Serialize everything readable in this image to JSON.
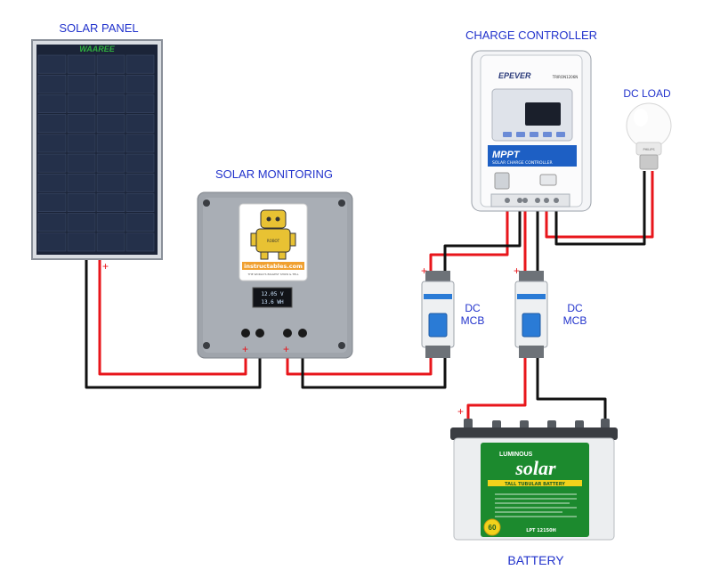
{
  "labels": {
    "solar_panel": "SOLAR PANEL",
    "solar_monitoring": "SOLAR MONITORING",
    "charge_controller": "CHARGE CONTROLLER",
    "dc_load": "DC LOAD",
    "battery": "BATTERY",
    "mcb1_line1": "DC",
    "mcb1_line2": "MCB",
    "mcb2_line1": "DC",
    "mcb2_line2": "MCB"
  },
  "panel": {
    "brand": "WAAREE"
  },
  "monitor": {
    "sticker_text": "instructables.com",
    "sticker_sub": "THE WORLD'S BIGGEST SHOW & TELL",
    "robot_label": "ROBOT",
    "oled_line1": "12.05 V",
    "oled_line2": "13.6 WH"
  },
  "controller": {
    "brand": "EPEVER",
    "model": "TRIRON1206N",
    "mppt": "MPPT",
    "subtitle": "SOLAR CHARGE CONTROLLER"
  },
  "bulb": {
    "brand": "PHILIPS"
  },
  "battery": {
    "brand": "LUMINOUS",
    "name": "solar",
    "type": "TALL TUBULAR BATTERY",
    "model": "LPT 12150H",
    "badge": "60"
  },
  "polarity": {
    "plus": "+"
  },
  "colors": {
    "label_blue": "#2233cc",
    "wire_red": "#e8161b",
    "wire_black": "#111111",
    "battery_green": "#1c8a2e"
  }
}
